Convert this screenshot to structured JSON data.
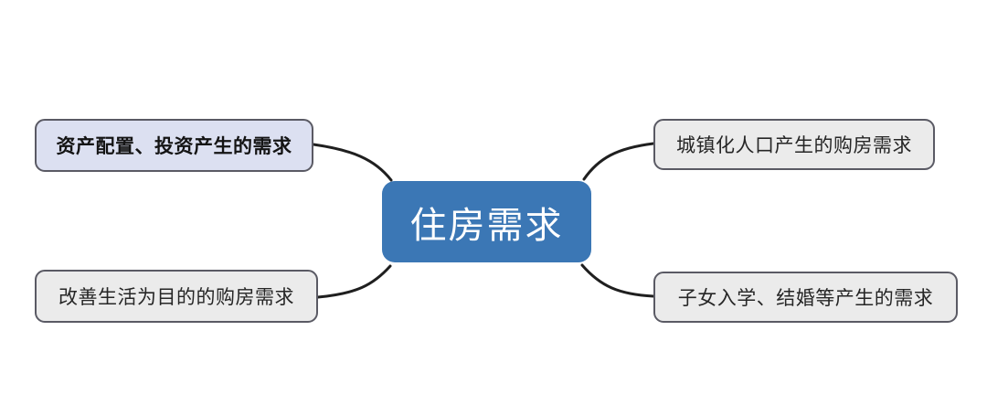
{
  "diagram": {
    "type": "mindmap",
    "root": {
      "label": "住房需求"
    },
    "branches": [
      {
        "label": "资产配置、投资产生的需求",
        "position": "top-left",
        "emphasis": "bold"
      },
      {
        "label": "城镇化人口产生的购房需求",
        "position": "top-right",
        "emphasis": "normal"
      },
      {
        "label": "改善生活为目的的购房需求",
        "position": "bottom-left",
        "emphasis": "normal"
      },
      {
        "label": "子女入学、结婚等产生的需求",
        "position": "bottom-right",
        "emphasis": "normal"
      }
    ],
    "colors": {
      "root_fill": "#3b77b5",
      "root_text": "#ffffff",
      "branch_fill": "#ebebeb",
      "branch_highlight_fill": "#dce0f1",
      "branch_border": "#5a5a64",
      "branch_text": "#262626",
      "connector": "#1f1f1f",
      "background": "#ffffff"
    }
  }
}
